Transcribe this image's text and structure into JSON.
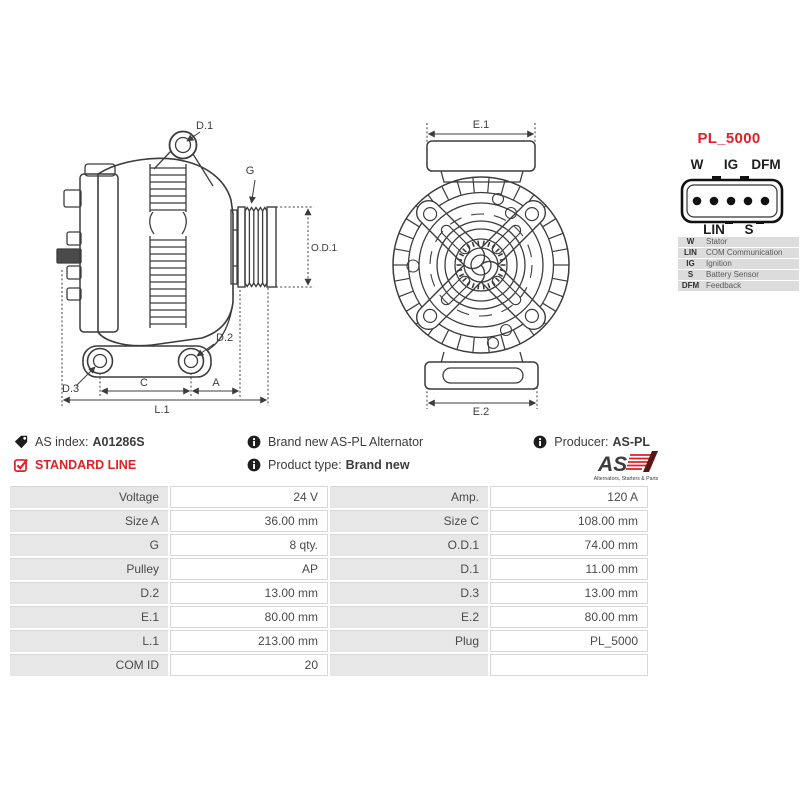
{
  "colors": {
    "accent_red": "#e31e25",
    "line_dark": "#3c3c3c",
    "table_label_bg": "#e7e7e7",
    "table_border": "#d8d8d8",
    "legend_bg": "#dcdcdc"
  },
  "side_view": {
    "labels": {
      "d1": "D.1",
      "g": "G",
      "od1": "O.D.1",
      "d2": "D.2",
      "d3": "D.3",
      "c": "C",
      "a": "A",
      "l1": "L.1"
    }
  },
  "front_view": {
    "labels": {
      "e1": "E.1",
      "e2": "E.2"
    }
  },
  "connector": {
    "title": "PL_5000",
    "top_labels": [
      "W",
      "IG",
      "DFM"
    ],
    "bottom_labels": [
      "LIN",
      "S"
    ],
    "legend": [
      {
        "pin": "W",
        "desc": "Stator"
      },
      {
        "pin": "LIN",
        "desc": "COM Communication"
      },
      {
        "pin": "IG",
        "desc": "Ignition"
      },
      {
        "pin": "S",
        "desc": "Battery Sensor"
      },
      {
        "pin": "DFM",
        "desc": "Feedback"
      }
    ]
  },
  "info": {
    "as_index_label": "AS index:",
    "as_index_value": "A01286S",
    "standard_line": "STANDARD LINE",
    "brand_new": "Brand new AS-PL Alternator",
    "product_type_label": "Product type:",
    "product_type_value": "Brand new",
    "producer_label": "Producer:",
    "producer_value": "AS-PL",
    "logo_text": "AS",
    "logo_tagline": "Alternators, Starters & Parts"
  },
  "spec": {
    "rows": [
      {
        "c": [
          "Voltage",
          "24 V",
          "Amp.",
          "120 A"
        ]
      },
      {
        "c": [
          "Size A",
          "36.00 mm",
          "Size C",
          "108.00 mm"
        ]
      },
      {
        "c": [
          "G",
          "8 qty.",
          "O.D.1",
          "74.00 mm"
        ]
      },
      {
        "c": [
          "Pulley",
          "AP",
          "D.1",
          "11.00 mm"
        ]
      },
      {
        "c": [
          "D.2",
          "13.00 mm",
          "D.3",
          "13.00 mm"
        ]
      },
      {
        "c": [
          "E.1",
          "80.00 mm",
          "E.2",
          "80.00 mm"
        ]
      },
      {
        "c": [
          "L.1",
          "213.00 mm",
          "Plug",
          "PL_5000"
        ]
      },
      {
        "c": [
          "COM ID",
          "20",
          "",
          ""
        ]
      }
    ]
  }
}
